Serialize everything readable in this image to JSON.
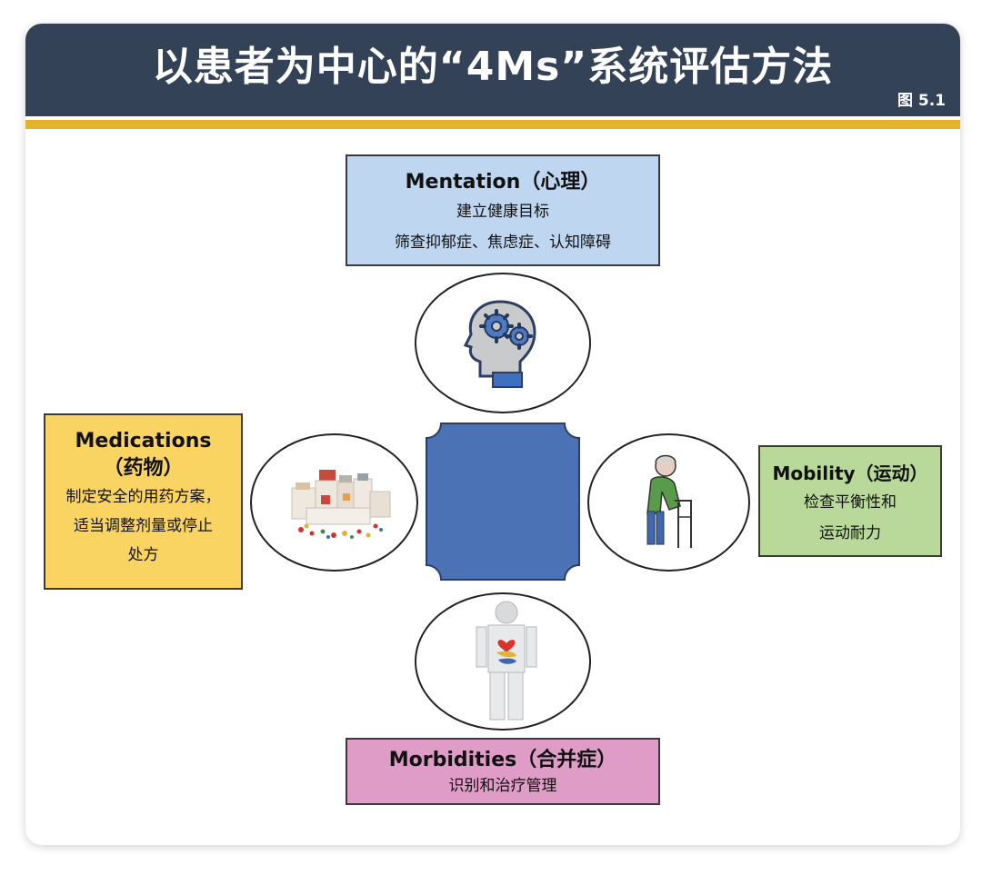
{
  "header": {
    "title": "以患者为中心的“4Ms”系统评估方法",
    "figure_label": "图 5.1"
  },
  "mentation": {
    "title": "Mentation（心理）",
    "lines": [
      "建立健康目标",
      "筛查抑郁症、焦虑症、认知障碍"
    ]
  },
  "medications": {
    "title_line1": "Medications",
    "title_line2": "（药物）",
    "lines": [
      "制定安全的用药方案，",
      "适当调整剂量或停止",
      "处方"
    ]
  },
  "mobility": {
    "title": "Mobility（运动）",
    "lines": [
      "检查平衡性和",
      "运动耐力"
    ]
  },
  "morbidities": {
    "title": "Morbidities（合并症）",
    "lines": [
      "识别和治疗管理"
    ]
  },
  "icons": {
    "top": "head-gears-icon",
    "left": "medicine-bottles-icon",
    "right": "elderly-walker-icon",
    "bottom": "body-organs-icon"
  },
  "colors": {
    "header_bg": "#334256",
    "gold_bar": "#e3b32a",
    "mentation_bg": "#bed6ef",
    "medications_bg": "#fad462",
    "mobility_bg": "#b9d99b",
    "morbidities_bg": "#df9cc6",
    "center_shape": "#4a72b4"
  }
}
